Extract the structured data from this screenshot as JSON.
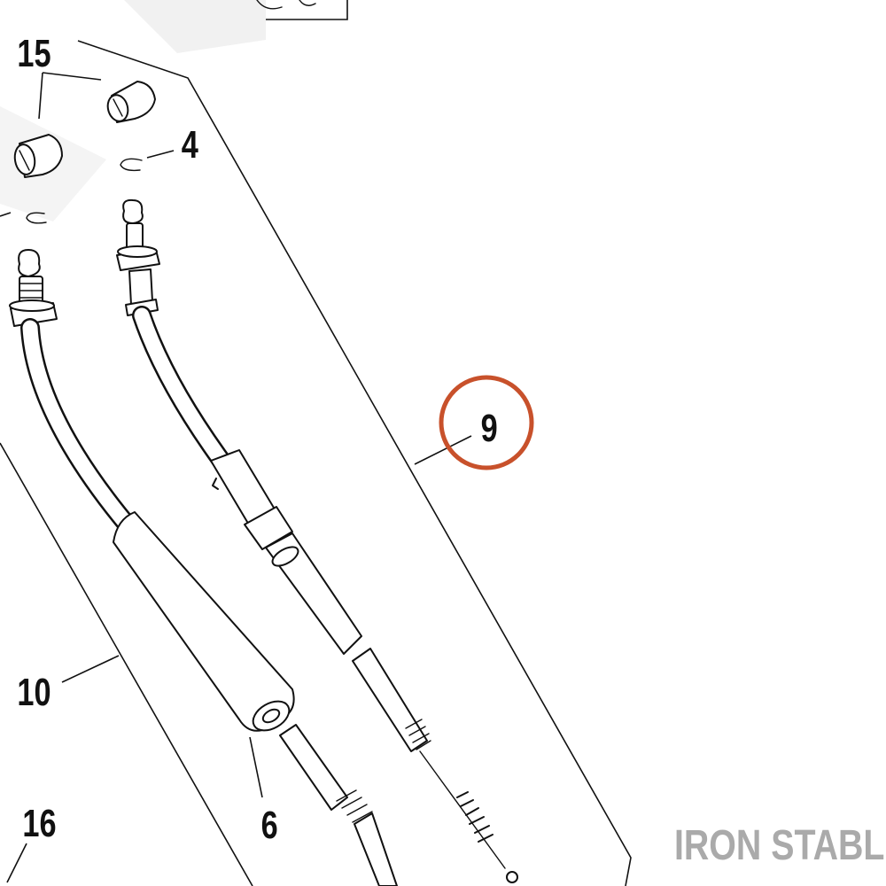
{
  "callouts": {
    "c15": "15",
    "c4": "4",
    "c9": "9",
    "c10": "10",
    "c6": "6",
    "c16": "16"
  },
  "brand": "IRON STABLE",
  "colors": {
    "highlight": "#c8512b",
    "brand": "#aaaaaa",
    "line": "#111111",
    "watermark": "#eeeeee"
  }
}
